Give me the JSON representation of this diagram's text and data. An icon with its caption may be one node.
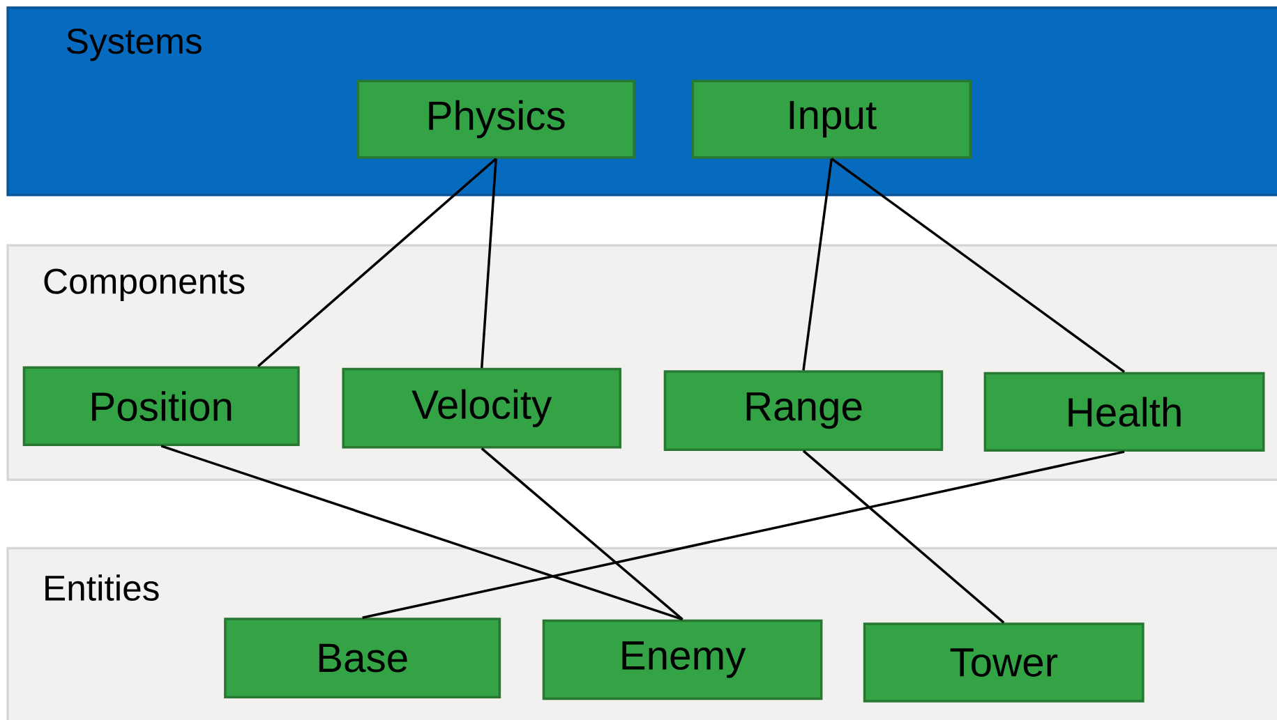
{
  "diagram": {
    "nodes": [
      {
        "text": [
          "Systems"
        ]
      },
      {
        "text": [
          "Physics"
        ],
        "in": 0
      },
      {
        "text": [
          "Input"
        ],
        "in": 0
      },
      {
        "text": [
          "Components"
        ]
      },
      {
        "text": [
          "Position"
        ],
        "in": 3
      },
      {
        "text": [
          "Velocity"
        ],
        "in": 3
      },
      {
        "text": [
          "Range"
        ],
        "in": 3
      },
      {
        "text": [
          "Health"
        ],
        "in": 3
      },
      {
        "text": [
          "Entities"
        ]
      },
      {
        "text": [
          "Base"
        ],
        "in": 8
      },
      {
        "text": [
          "Enemy"
        ],
        "in": 8
      },
      {
        "text": [
          "Tower"
        ],
        "in": 8
      }
    ],
    "edges": [
      {
        "from": 1,
        "to": 4,
        "arrow": "none"
      },
      {
        "from": 1,
        "to": 5,
        "arrow": "none"
      },
      {
        "from": 2,
        "to": 6,
        "arrow": "none"
      },
      {
        "from": 2,
        "to": 7,
        "arrow": "none"
      },
      {
        "from": 4,
        "to": 10,
        "arrow": "none"
      },
      {
        "from": 5,
        "to": 10,
        "arrow": "none"
      },
      {
        "from": 6,
        "to": 11,
        "arrow": "none"
      },
      {
        "from": 7,
        "to": 9,
        "arrow": "none"
      }
    ]
  }
}
